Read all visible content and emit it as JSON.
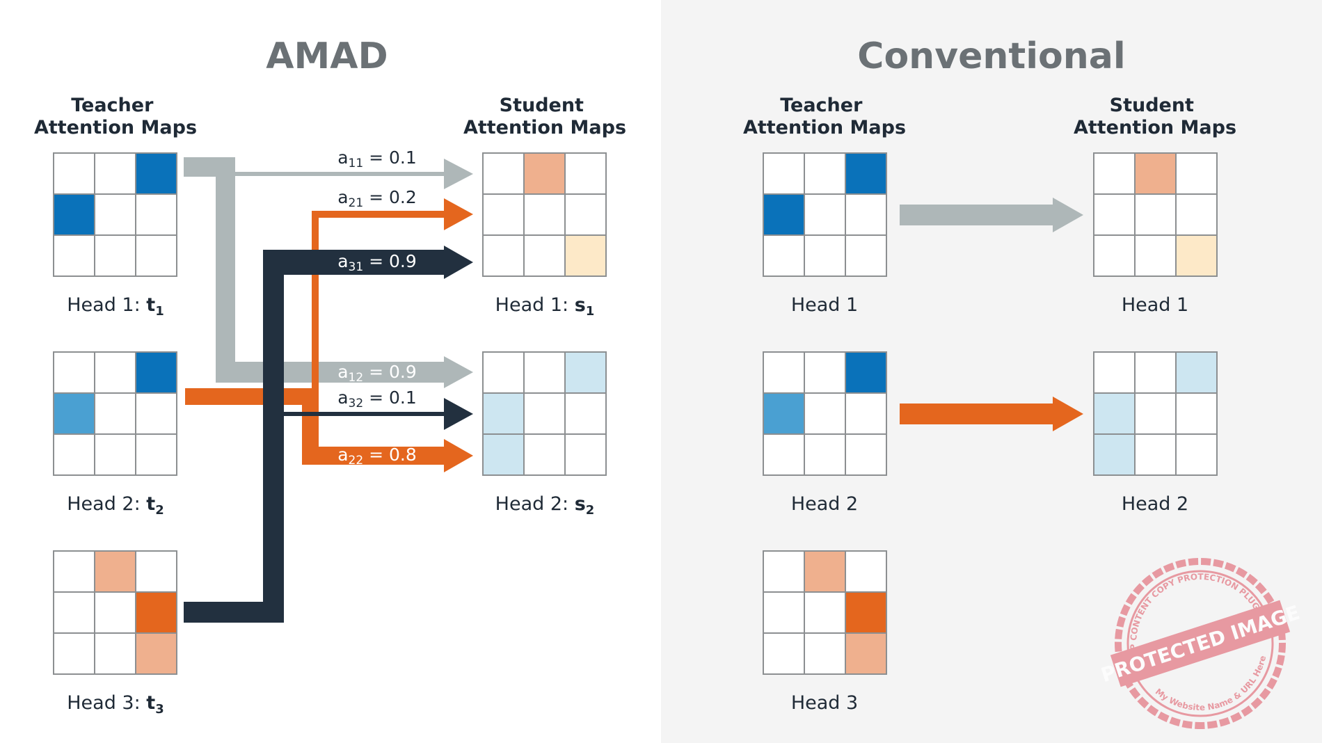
{
  "colors": {
    "blue_dark": "#0a72ba",
    "blue_mid": "#4aa0d2",
    "blue_light": "#cde6f1",
    "orange_dark": "#e4661e",
    "orange_light": "#efb08e",
    "cream": "#fde9c8",
    "gray_arrow": "#aeb7b8",
    "navy_arrow": "#22303f",
    "orange_arrow": "#e4661e",
    "grid_line": "#8c8f91",
    "right_panel_bg": "#f4f4f4",
    "stamp": "#e37b86"
  },
  "amad": {
    "title": "AMAD",
    "teacher_header": [
      "Teacher",
      "Attention Maps"
    ],
    "student_header": [
      "Student",
      "Attention Maps"
    ],
    "teacher_heads": [
      {
        "prefix": "Head 1: ",
        "var": "t",
        "sub": "1",
        "cells": [
          "",
          "",
          "blue_dark",
          "blue_dark",
          "",
          "",
          "",
          "",
          ""
        ]
      },
      {
        "prefix": "Head 2: ",
        "var": "t",
        "sub": "2",
        "cells": [
          "",
          "",
          "blue_dark",
          "blue_mid",
          "",
          "",
          "",
          "",
          ""
        ]
      },
      {
        "prefix": "Head 3: ",
        "var": "t",
        "sub": "3",
        "cells": [
          "",
          "orange_light",
          "",
          "",
          "",
          "orange_dark",
          "",
          "",
          "orange_light"
        ]
      }
    ],
    "student_heads": [
      {
        "prefix": "Head 1: ",
        "var": "s",
        "sub": "1",
        "cells": [
          "",
          "orange_light",
          "",
          "",
          "",
          "",
          "",
          "",
          "cream"
        ]
      },
      {
        "prefix": "Head 2: ",
        "var": "s",
        "sub": "2",
        "cells": [
          "",
          "",
          "blue_light",
          "blue_light",
          "",
          "",
          "blue_light",
          "",
          ""
        ]
      }
    ],
    "weights": [
      {
        "var": "a",
        "sub": "11",
        "value": "0.1"
      },
      {
        "var": "a",
        "sub": "21",
        "value": "0.2"
      },
      {
        "var": "a",
        "sub": "31",
        "value": "0.9"
      },
      {
        "var": "a",
        "sub": "12",
        "value": "0.9"
      },
      {
        "var": "a",
        "sub": "32",
        "value": "0.1"
      },
      {
        "var": "a",
        "sub": "22",
        "value": "0.8"
      }
    ]
  },
  "conventional": {
    "title": "Conventional",
    "teacher_header": [
      "Teacher",
      "Attention Maps"
    ],
    "student_header": [
      "Student",
      "Attention Maps"
    ],
    "teacher_heads": [
      {
        "label": "Head 1",
        "cells": [
          "",
          "",
          "blue_dark",
          "blue_dark",
          "",
          "",
          "",
          "",
          ""
        ]
      },
      {
        "label": "Head 2",
        "cells": [
          "",
          "",
          "blue_dark",
          "blue_mid",
          "",
          "",
          "",
          "",
          ""
        ]
      },
      {
        "label": "Head 3",
        "cells": [
          "",
          "orange_light",
          "",
          "",
          "",
          "orange_dark",
          "",
          "",
          "orange_light"
        ]
      }
    ],
    "student_heads": [
      {
        "label": "Head 1",
        "cells": [
          "",
          "orange_light",
          "",
          "",
          "",
          "",
          "",
          "",
          "cream"
        ]
      },
      {
        "label": "Head 2",
        "cells": [
          "",
          "",
          "blue_light",
          "blue_light",
          "",
          "",
          "blue_light",
          "",
          ""
        ]
      }
    ]
  },
  "watermark": {
    "main": "PROTECTED IMAGE",
    "top": "WP CONTENT COPY PROTECTION PLUGIN",
    "bottom": "My Website Name & URL Here"
  }
}
